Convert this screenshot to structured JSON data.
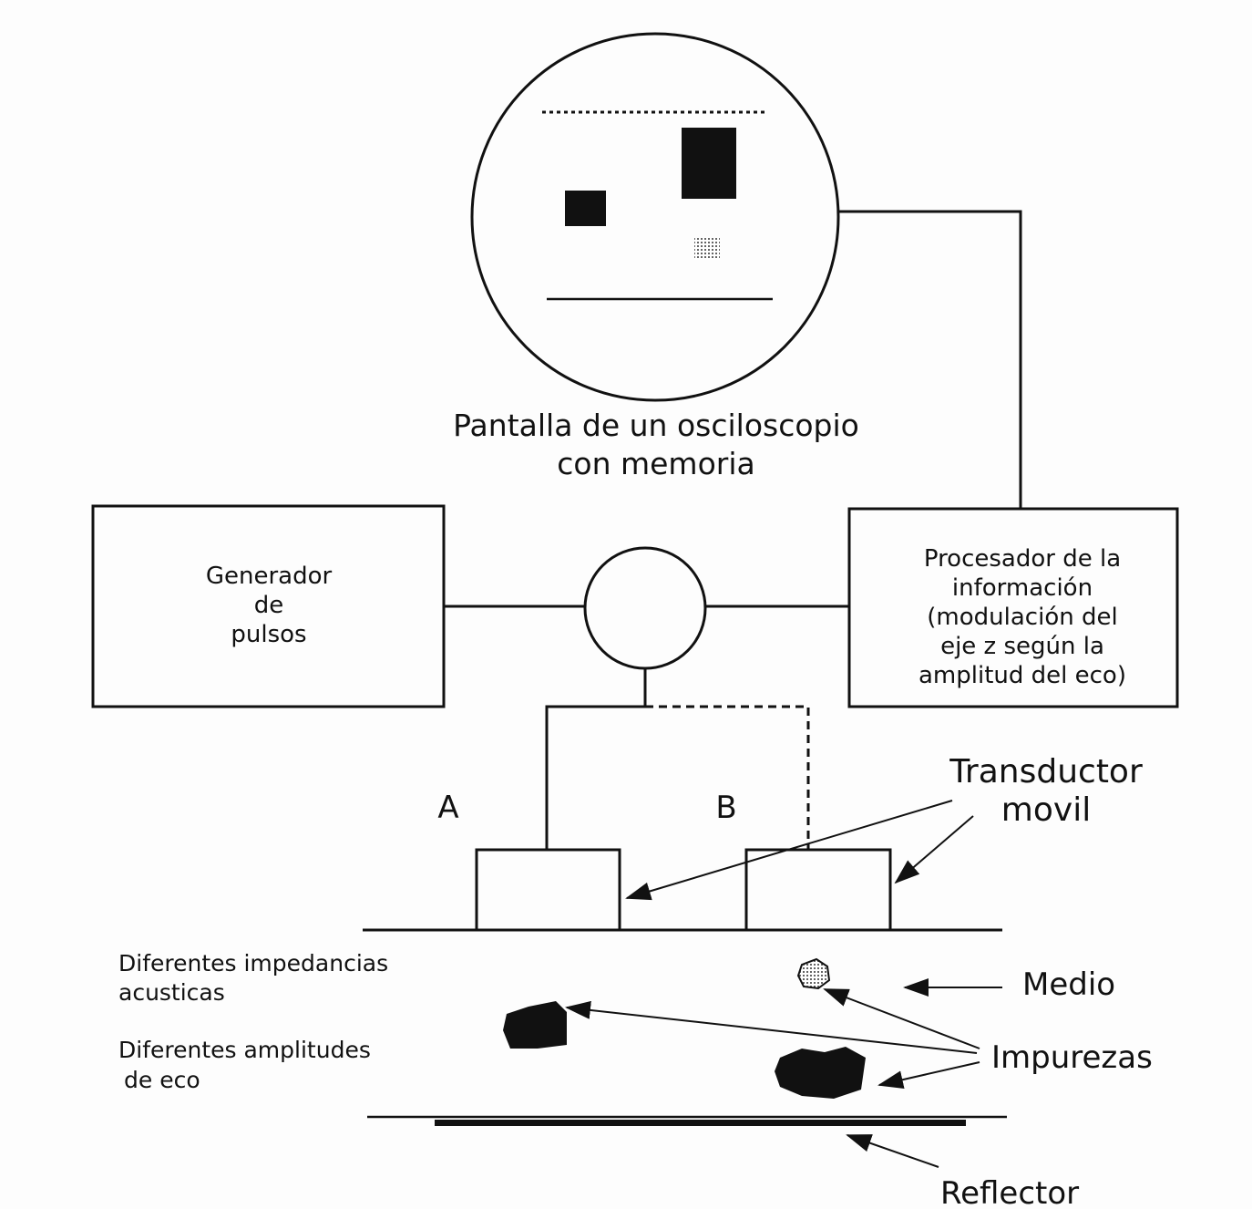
{
  "screen": {
    "caption_line1": "Pantalla de un osciloscopio",
    "caption_line2": "con memoria"
  },
  "generator": {
    "lines": [
      "Generador",
      "de",
      "pulsos"
    ]
  },
  "processor": {
    "lines": [
      "Procesador de la",
      "información",
      "(modulación del",
      "eje z según la",
      "amplitud del eco)"
    ]
  },
  "positions": {
    "a": "A",
    "b": "B"
  },
  "labels": {
    "transducer_line1": "Transductor",
    "transducer_line2": "movil",
    "impedances_line1": "Diferentes impedancias",
    "impedances_line2": "acusticas",
    "amplitudes_line1": "Diferentes amplitudes",
    "amplitudes_line2": "de eco",
    "medium": "Medio",
    "impurities": "Impurezas",
    "reflector": "Reflector"
  },
  "colors": {
    "ink": "#111111",
    "paper": "#fdfdfd"
  }
}
